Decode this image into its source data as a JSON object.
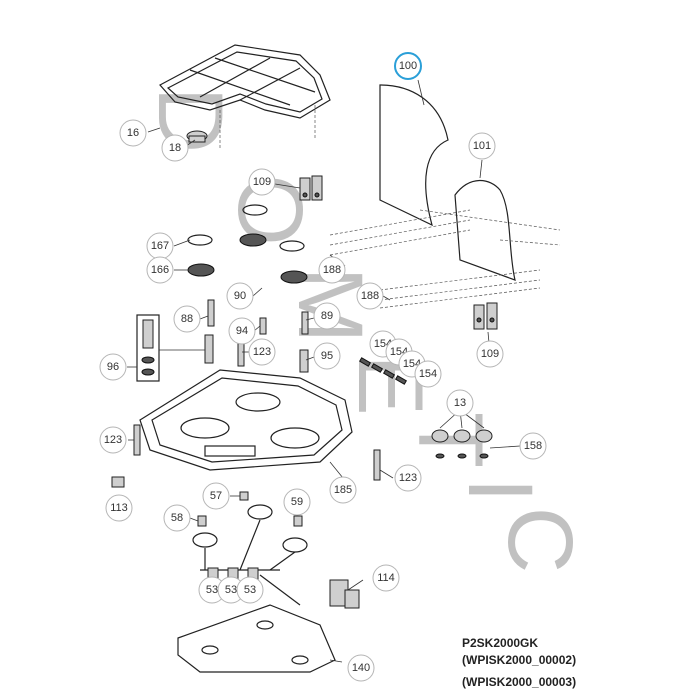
{
  "watermark": {
    "letters": [
      "D",
      "O",
      "M",
      "E",
      "T",
      "I",
      "C"
    ]
  },
  "model": {
    "name": "P2SK2000GK",
    "code_1": "(WPISK2000_00002)",
    "code_2": "(WPISK2000_00003)"
  },
  "callouts": [
    {
      "label": "100",
      "highlighted": true
    },
    {
      "label": "101"
    },
    {
      "label": "16"
    },
    {
      "label": "18"
    },
    {
      "label": "109"
    },
    {
      "label": "167"
    },
    {
      "label": "166"
    },
    {
      "label": "188"
    },
    {
      "label": "188"
    },
    {
      "label": "90"
    },
    {
      "label": "88"
    },
    {
      "label": "94"
    },
    {
      "label": "89"
    },
    {
      "label": "96"
    },
    {
      "label": "123"
    },
    {
      "label": "95"
    },
    {
      "label": "154"
    },
    {
      "label": "154"
    },
    {
      "label": "154"
    },
    {
      "label": "154"
    },
    {
      "label": "109"
    },
    {
      "label": "13"
    },
    {
      "label": "123"
    },
    {
      "label": "158"
    },
    {
      "label": "185"
    },
    {
      "label": "123"
    },
    {
      "label": "113"
    },
    {
      "label": "57"
    },
    {
      "label": "58"
    },
    {
      "label": "59"
    },
    {
      "label": "53"
    },
    {
      "label": "53"
    },
    {
      "label": "53"
    },
    {
      "label": "114"
    },
    {
      "label": "140"
    }
  ],
  "colors": {
    "highlight": "#2a9fd8",
    "callout_ring": "#b5b5b5",
    "watermark": "#8f8f8f",
    "line": "#222222"
  }
}
